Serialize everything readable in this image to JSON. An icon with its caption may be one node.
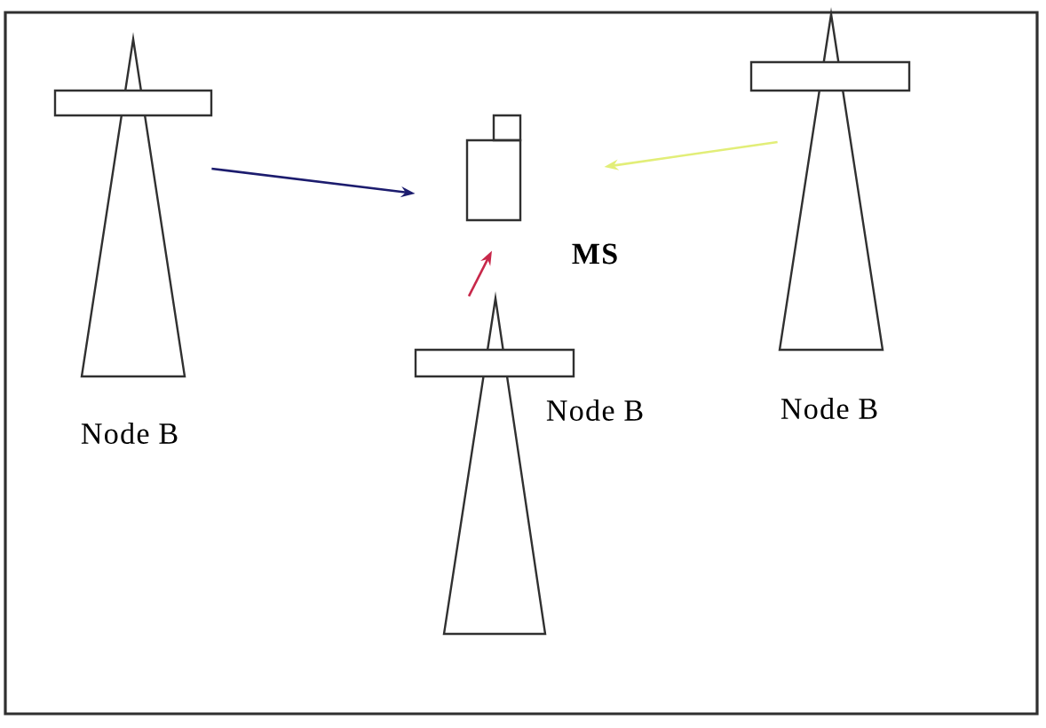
{
  "diagram": {
    "nodes": [
      {
        "text": [
          "Node B"
        ]
      },
      {
        "text": [
          "MS"
        ]
      },
      {
        "text": [
          "Node B"
        ]
      },
      {
        "text": [
          "Node B"
        ]
      }
    ],
    "edges": [
      {
        "from": 0,
        "to": 1,
        "arrow": "to",
        "color": "#1c1c6e"
      },
      {
        "from": 2,
        "to": 1,
        "arrow": "to",
        "color": "#e2ee78"
      },
      {
        "from": 3,
        "to": 1,
        "arrow": "to",
        "color": "#c8284a"
      }
    ]
  }
}
